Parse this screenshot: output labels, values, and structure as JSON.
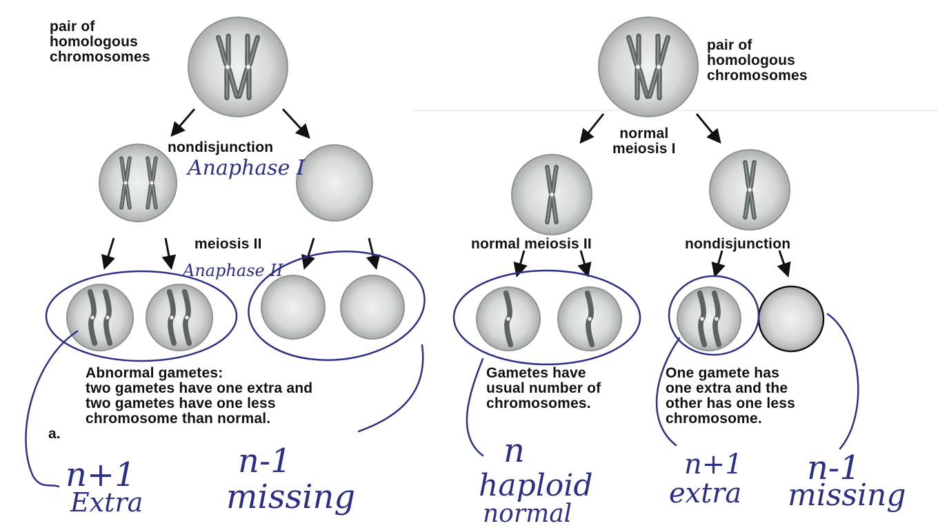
{
  "diagram": {
    "left": {
      "top_label": "pair of\nhomologous\nchromosomes",
      "step1_label": "nondisjunction",
      "step2_label": "meiosis II",
      "caption": "Abnormal gametes:\ntwo gametes have one extra and\ntwo gametes have one less\nchromosome than normal.",
      "panel_letter": "a."
    },
    "right": {
      "top_label": "pair of\nhomologous\nchromosomes",
      "step1_label": "normal\nmeiosis I",
      "step2_left_label": "normal meiosis II",
      "step2_right_label": "nondisjunction",
      "caption_left": "Gametes have\nusual number of\nchromosomes.",
      "caption_right": "One gamete has\none extra and the\nother has one less\nchromosome."
    },
    "handwriting": {
      "anaphase1": "Anaphase I",
      "anaphase2": "Anaphase II",
      "n_plus_1_left": "n+1",
      "extra_left": "Extra",
      "n_minus_1_left": "n-1",
      "missing_left": "missing",
      "n_middle": "n",
      "haploid": "haploid",
      "normal": "normal",
      "n_plus_1_right": "n+1",
      "extra_right": "extra",
      "n_minus_1_right": "n-1",
      "missing_right": "missing"
    },
    "colors": {
      "ink": "#2c2f86",
      "cell_fill": "#d3d6d5",
      "cell_edge": "#8e9392",
      "chromosome": "#5c6462"
    }
  }
}
